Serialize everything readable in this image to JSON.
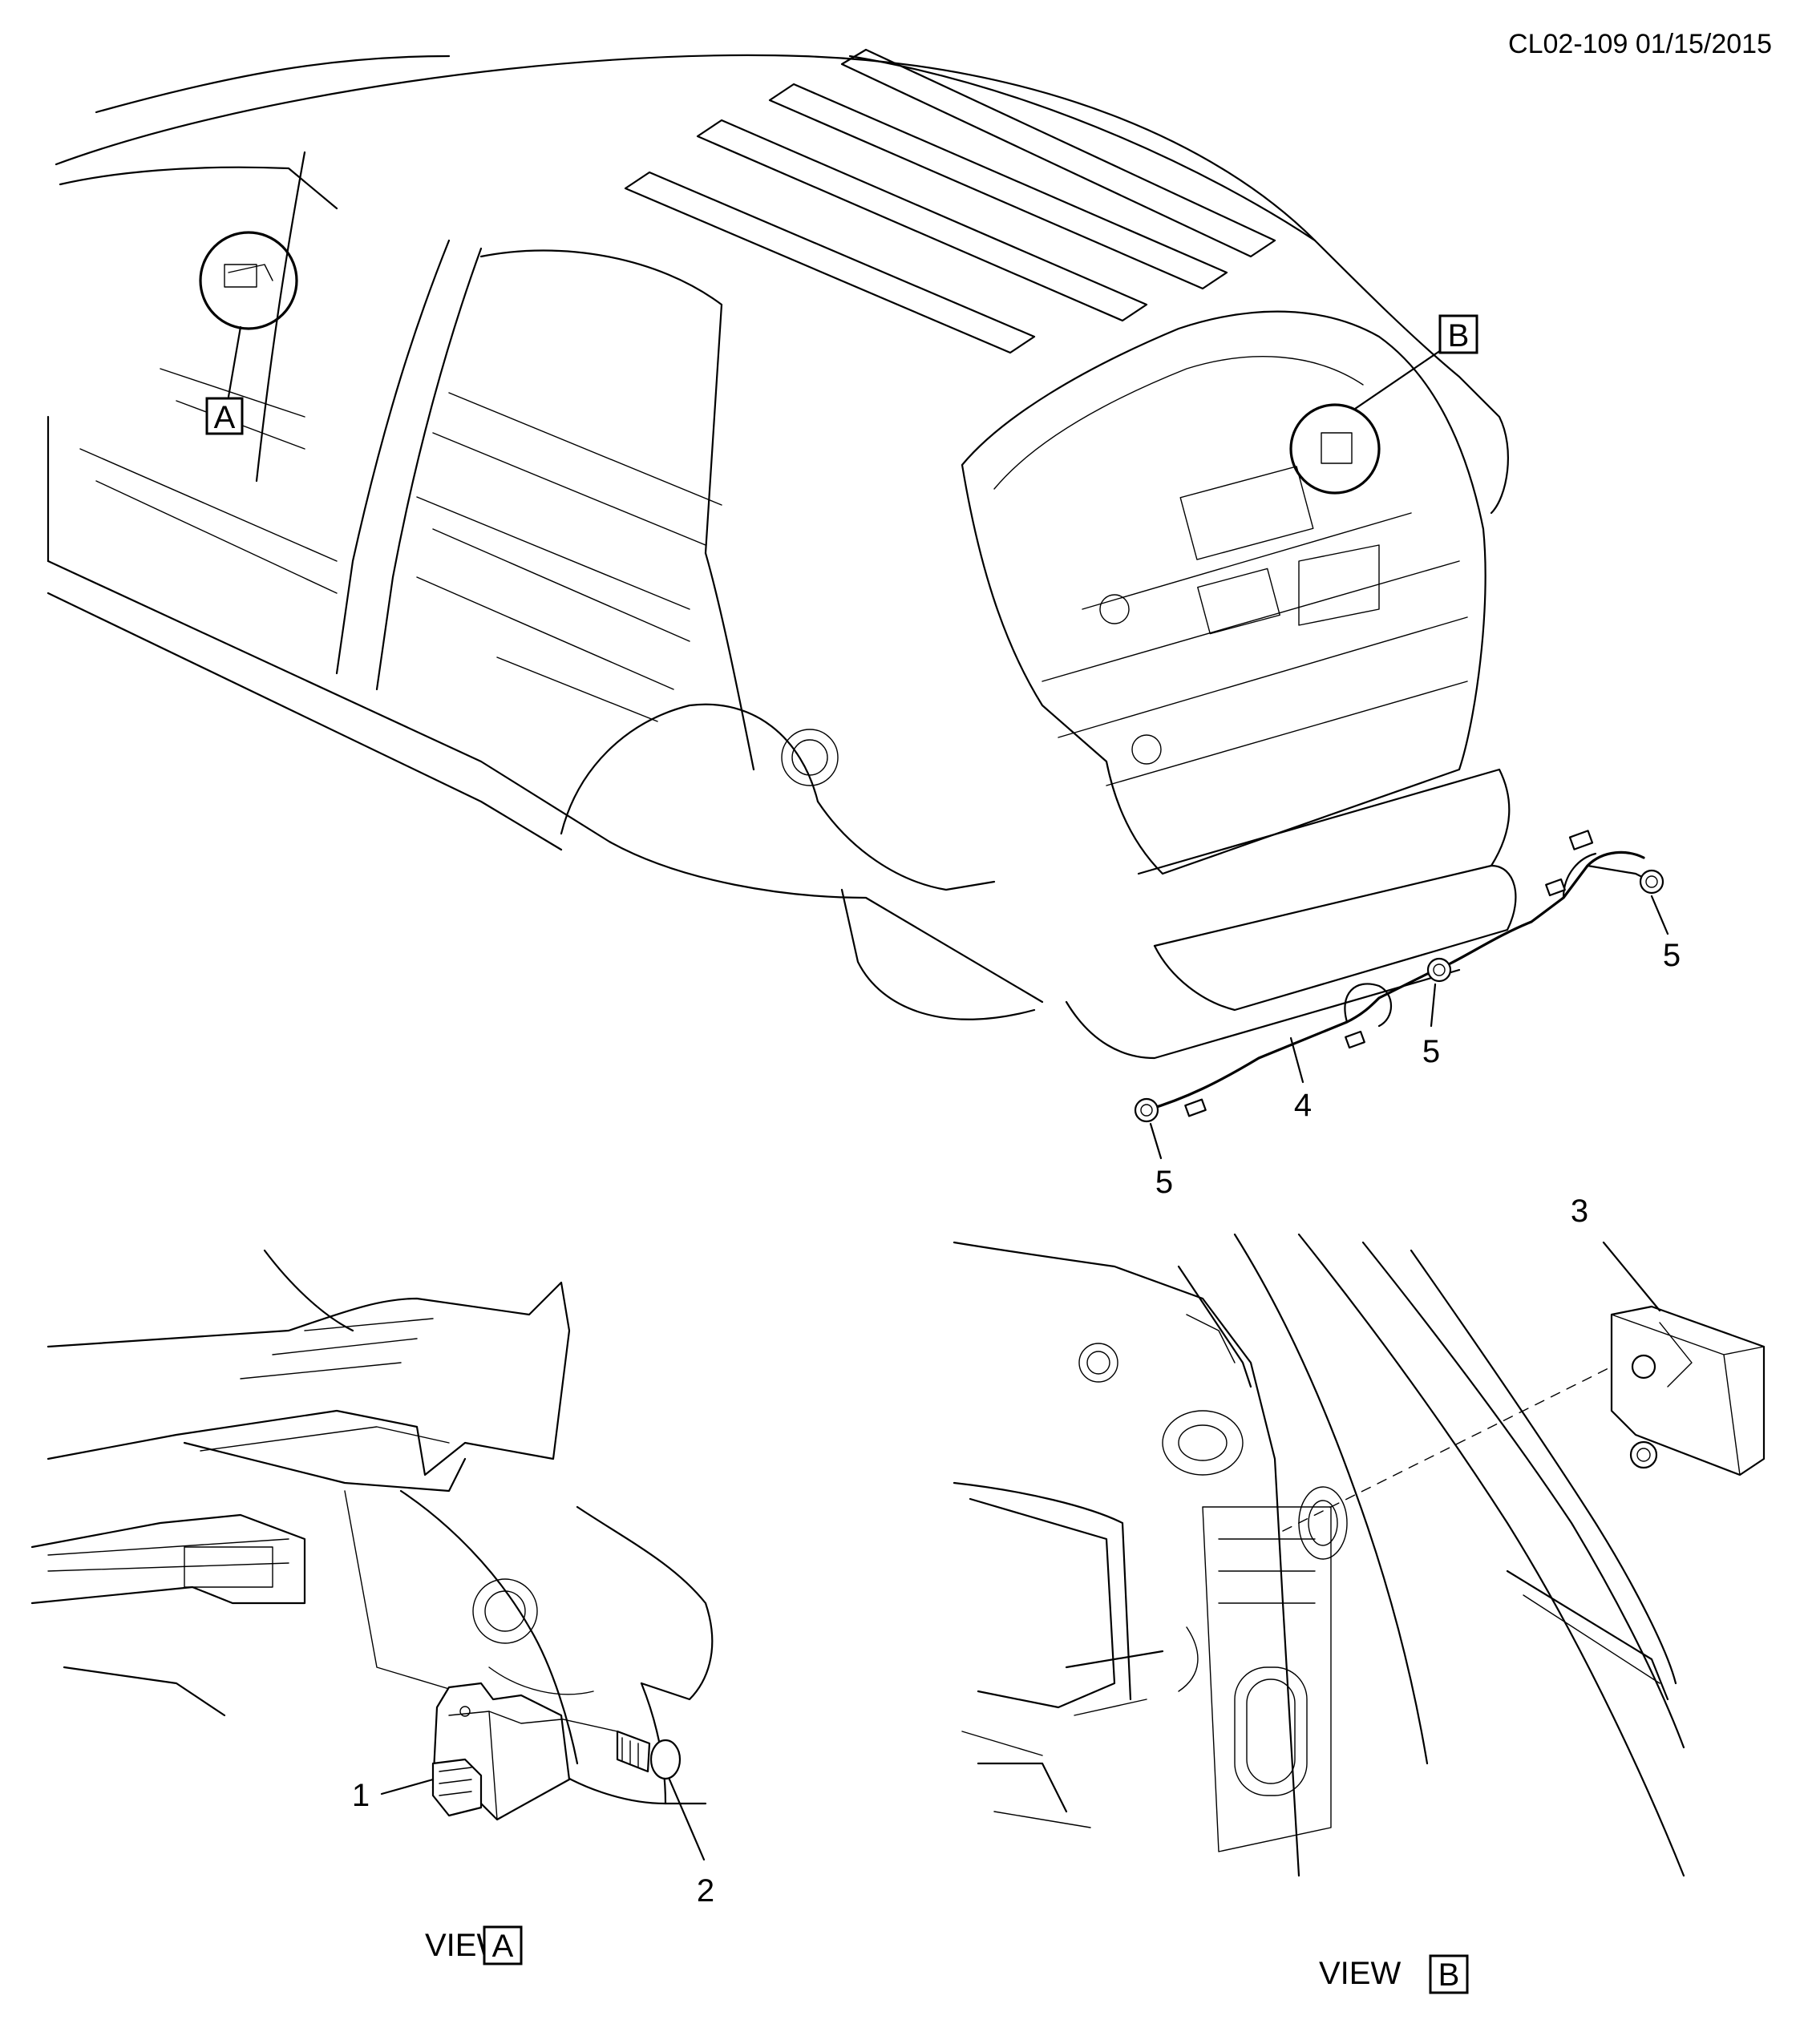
{
  "header": {
    "drawing_ref": "CL02-109 01/15/2015"
  },
  "overview": {
    "detail_markers": [
      {
        "id": "detail-a",
        "letter": "A"
      },
      {
        "id": "detail-b",
        "letter": "B"
      }
    ]
  },
  "callouts": [
    {
      "id": "callout-1",
      "text": "1"
    },
    {
      "id": "callout-2",
      "text": "2"
    },
    {
      "id": "callout-3",
      "text": "3"
    },
    {
      "id": "callout-4",
      "text": "4"
    },
    {
      "id": "callout-5a",
      "text": "5"
    },
    {
      "id": "callout-5b",
      "text": "5"
    },
    {
      "id": "callout-5c",
      "text": "5"
    }
  ],
  "views": {
    "view_a": {
      "caption": "VIEW",
      "letter": "A"
    },
    "view_b": {
      "caption": "VIEW",
      "letter": "B"
    }
  }
}
